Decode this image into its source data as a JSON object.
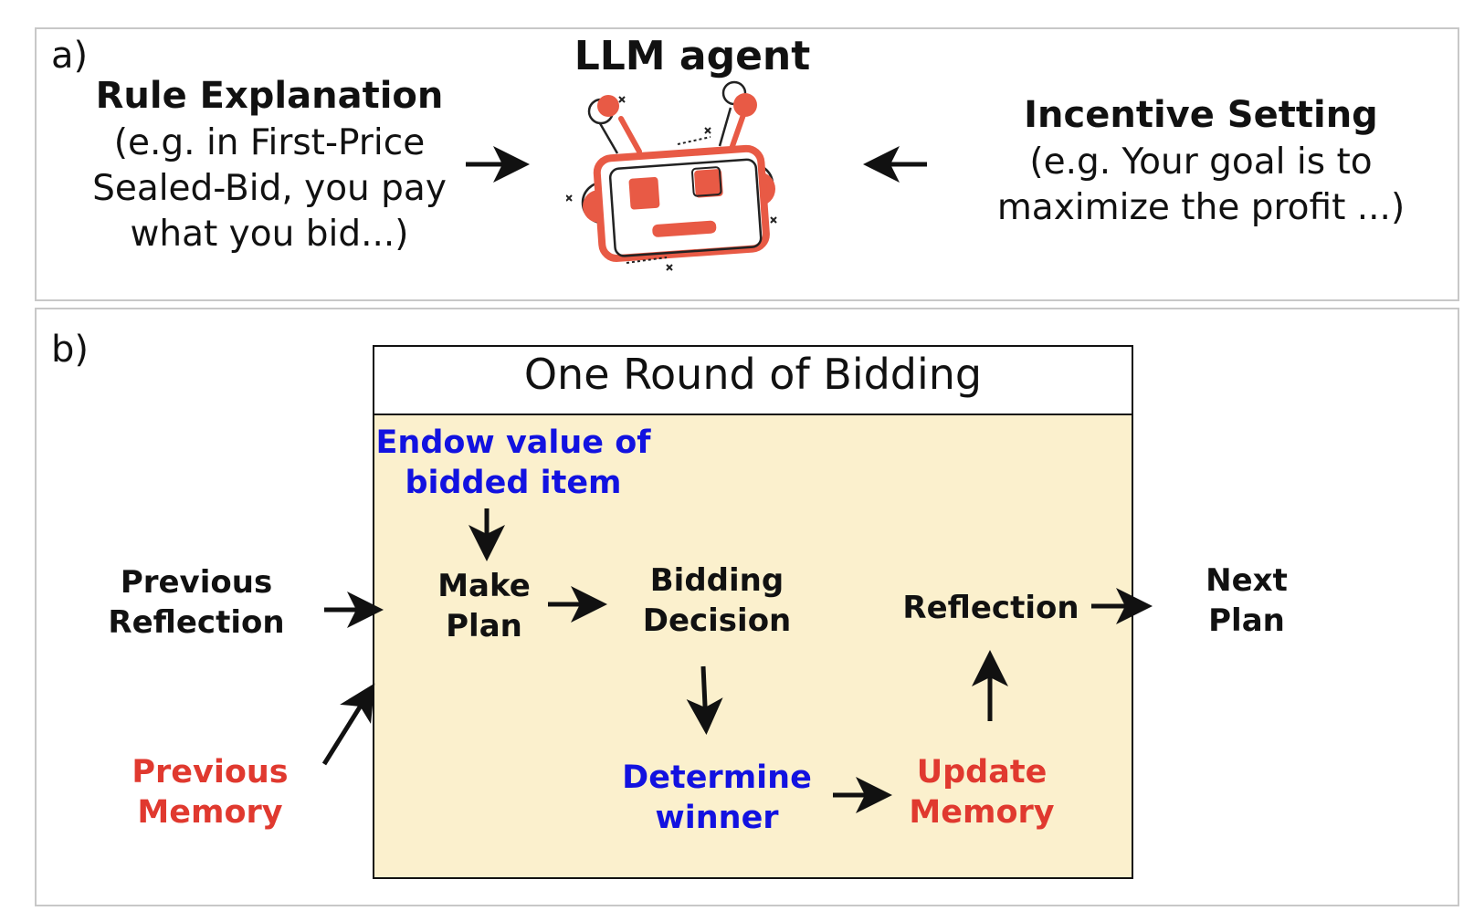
{
  "panel_a": {
    "label": "a)",
    "agent_title": "LLM agent",
    "rule": {
      "heading": "Rule Explanation",
      "lines": [
        "(e.g. in First-Price",
        "Sealed-Bid, you pay",
        "what you bid...)"
      ]
    },
    "incentive": {
      "heading": "Incentive Setting",
      "lines": [
        "(e.g. Your goal is to",
        "maximize the profit ...)"
      ]
    },
    "robot_icon": "robot-icon"
  },
  "panel_b": {
    "label": "b)",
    "round_title": "One Round of Bidding",
    "endow": [
      "Endow value of",
      "bidded item"
    ],
    "make_plan": [
      "Make",
      "Plan"
    ],
    "bidding_decision": [
      "Bidding",
      "Decision"
    ],
    "reflection": "Reflection",
    "determine_winner": [
      "Determine",
      "winner"
    ],
    "update_memory": [
      "Update",
      "Memory"
    ],
    "previous_reflection": [
      "Previous",
      "Reflection"
    ],
    "previous_memory": [
      "Previous",
      "Memory"
    ],
    "next_plan": [
      "Next",
      "Plan"
    ]
  },
  "colors": {
    "blue": "#1212e0",
    "red": "#e0392f",
    "round_fill": "#fbf0cd",
    "robot_accent": "#e85a45"
  }
}
